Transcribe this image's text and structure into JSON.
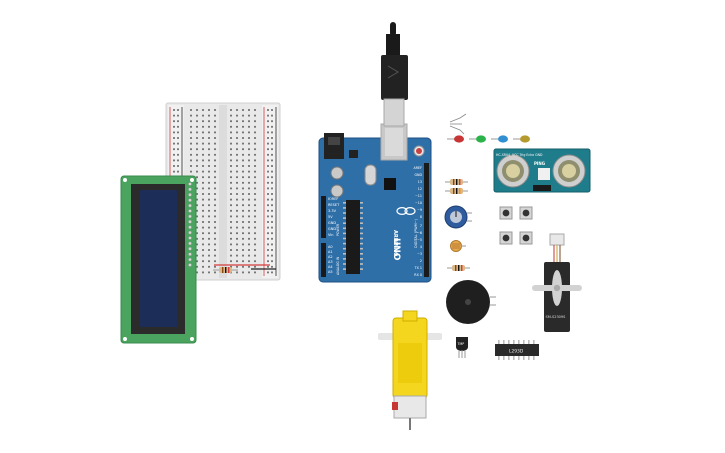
{
  "canvas": {
    "background": "#ffffff"
  },
  "arduino": {
    "brand_vertical": "ARDUINO",
    "model": "UNO",
    "digital_header_label": "DIGITAL (PWM~)",
    "power_header_label": "POWER",
    "analog_header_label": "ANALOG IN",
    "left_pin_labels": [
      "IOREF",
      "RESET",
      "3.3V",
      "5V",
      "GND",
      "GND",
      "Vin"
    ],
    "analog_pin_labels": [
      "A0",
      "A1",
      "A2",
      "A3",
      "A4",
      "A5"
    ],
    "digital_pin_labels": [
      "AREF",
      "GND",
      "13",
      "12",
      "~11",
      "~10",
      "~9",
      "8",
      "7",
      "~6",
      "~5",
      "4",
      "~3",
      "2",
      "TX 1",
      "RX 0"
    ],
    "colors": {
      "board": "#2f6fa8",
      "board_edge": "#1f5186",
      "usb": "#c8c8c8",
      "jack": "#222222"
    }
  },
  "ultrasonic": {
    "chip_label": "HC-SR04",
    "header_label": "VCC Trig Echo GND",
    "vertical_label": "PING",
    "colors": {
      "board": "#1f7c8a"
    }
  },
  "motor_driver": {
    "chip_label": "L293D"
  },
  "transistor": {
    "label": "TMP"
  },
  "servo": {
    "label": "SM-S2309S"
  },
  "lcd": {
    "colors": {
      "pcb": "#4aa35f",
      "screen": "#1c2e57",
      "bezel": "#2b2b2b"
    }
  },
  "breadboard": {
    "colors": {
      "body": "#e6e6e6",
      "rail_red": "#d43c3c",
      "rail_black": "#222222"
    }
  },
  "leds": {
    "colors": [
      "#c73535",
      "#2bb34a",
      "#2f8fd1",
      "#b59a2e"
    ]
  }
}
